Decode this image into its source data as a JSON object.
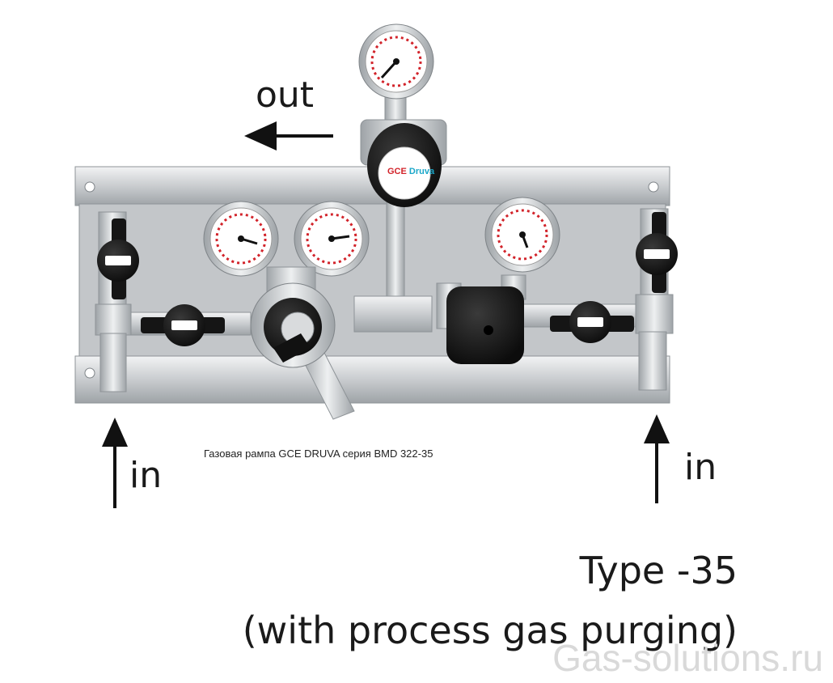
{
  "labels": {
    "out": "out",
    "in_left": "in",
    "in_right": "in",
    "caption": "Газовая рампа GCE DRUVA серия BMD 322-35",
    "type_title": "Type -35",
    "type_subtitle": "(with process gas purging)",
    "watermark": "Gas-solutions.ru",
    "brand": "GCE Druva"
  },
  "colors": {
    "arrow": "#111111",
    "panel": "#cfd2d4",
    "valve_handle": "#151515",
    "brand_red": "#d2232a",
    "brand_cyan": "#1aa7c9",
    "watermark": "#d9d9d9"
  },
  "icons": [
    "out-arrow-icon",
    "in-arrow-icon",
    "pressure-gauge-icon",
    "ball-valve-icon",
    "regulator-icon"
  ]
}
